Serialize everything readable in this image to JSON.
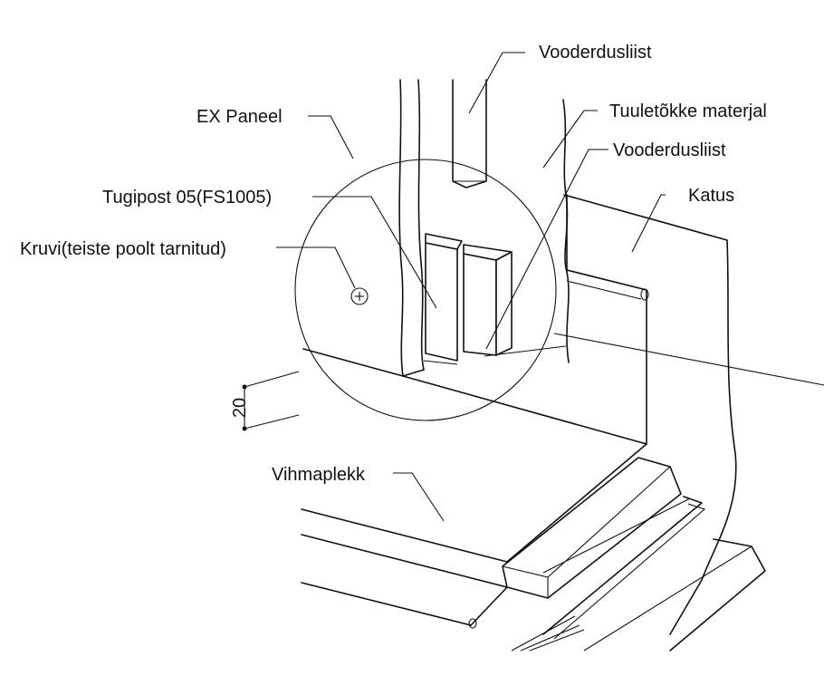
{
  "labels": {
    "vooderdusliist_top": "Vooderdusliist",
    "ex_paneel": "EX Paneel",
    "tuuletokke": "Tuuletõkke materjal",
    "vooderdusliist_mid": "Vooderdusliist",
    "tugipost": "Tugipost 05(FS1005)",
    "katus": "Katus",
    "kruvi": "Kruvi(teiste poolt tarnitud)",
    "vihmaplekk": "Vihmaplekk"
  },
  "dimension": {
    "value": "20"
  },
  "colors": {
    "line": "#111111",
    "background": "#ffffff"
  }
}
